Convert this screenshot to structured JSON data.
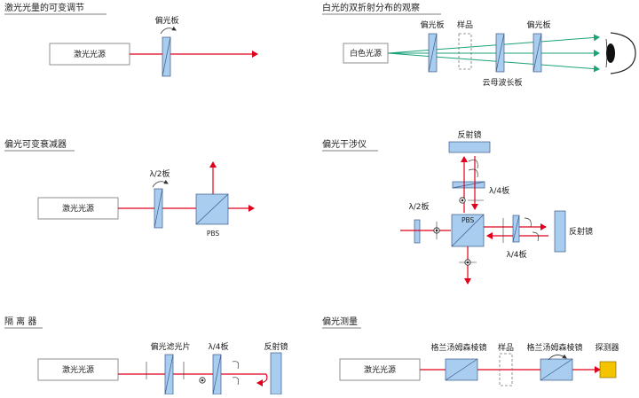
{
  "panels": {
    "p1": {
      "title": "激光光量的可变调节",
      "source": "激光光源",
      "polarizer": "偏光板"
    },
    "p2": {
      "title": "白光的双折射分布的观察",
      "source": "白色光源",
      "polarizer1": "偏光板",
      "sample": "样品",
      "polarizer2": "偏光板",
      "mica": "云母波长板"
    },
    "p3": {
      "title": "偏光可变衰减器",
      "source": "激光光源",
      "halfwave": "λ/2板",
      "pbs": "PBS"
    },
    "p4": {
      "title": "偏光干涉仪",
      "mirror_top": "反射镜",
      "quarter_top": "λ/4板",
      "halfwave": "λ/2板",
      "pbs": "PBS",
      "mirror_right": "反射镜",
      "quarter_right": "λ/4板"
    },
    "p5": {
      "title": "隔 离 器",
      "source": "激光光源",
      "filter": "偏光滤光片",
      "quarter": "λ/4板",
      "mirror": "反射镜"
    },
    "p6": {
      "title": "偏光测量",
      "source": "激光光源",
      "prism1": "格兰汤姆森棱镜",
      "sample": "样品",
      "prism2": "格兰汤姆森棱镜",
      "detector": "探测器"
    }
  },
  "colors": {
    "beam": "#e0001b",
    "optic_fill": "#a9cdee",
    "optic_stroke": "#3b5b8a",
    "green": "#1aa27a",
    "detector": "#f5c400"
  }
}
